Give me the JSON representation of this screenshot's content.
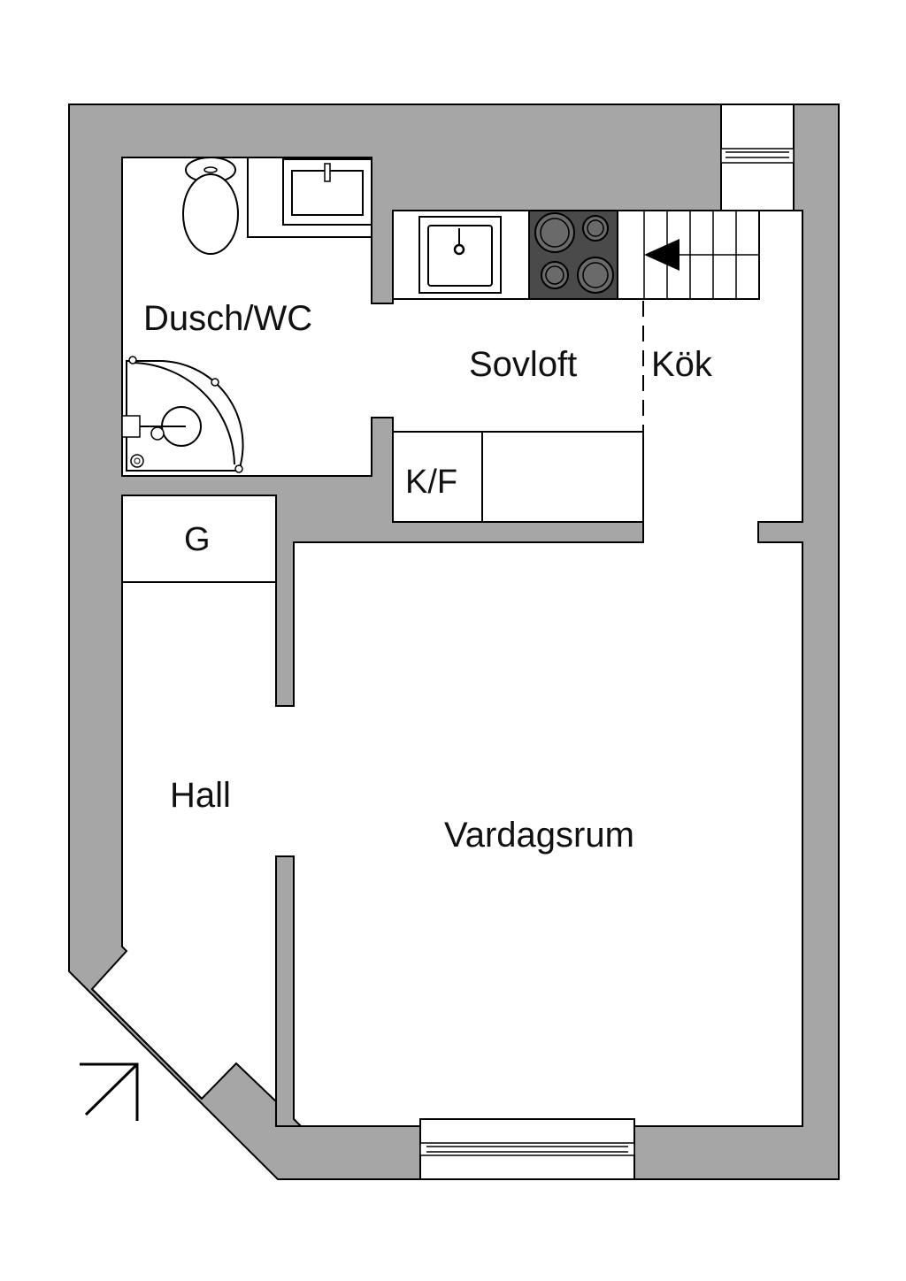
{
  "rooms": {
    "dusch_wc": "Dusch/WC",
    "sovloft": "Sovloft",
    "kok": "Kök",
    "kf": "K/F",
    "g": "G",
    "hall": "Hall",
    "vardagsrum": "Vardagsrum"
  },
  "icons": {
    "entrance": "entrance-arrow-icon",
    "stairs": "stairs-direction-arrow-icon"
  },
  "colors": {
    "wall": "#a6a6a6",
    "stove": "#4a4a4a",
    "background": "#ffffff"
  }
}
